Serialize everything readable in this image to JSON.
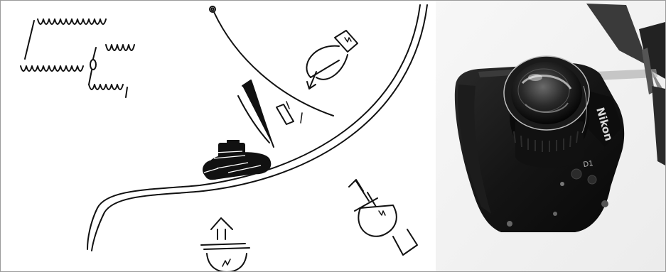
{
  "image": {
    "left_panel": "lighting-diagram-sketch",
    "right_panel": "camera-photo",
    "camera_brand_text": "Nikon",
    "camera_model_text": "D1"
  },
  "colors": {
    "ink": "#111111",
    "photo_background": "#f4f4f4",
    "frame_border": "#9a9a9a"
  }
}
